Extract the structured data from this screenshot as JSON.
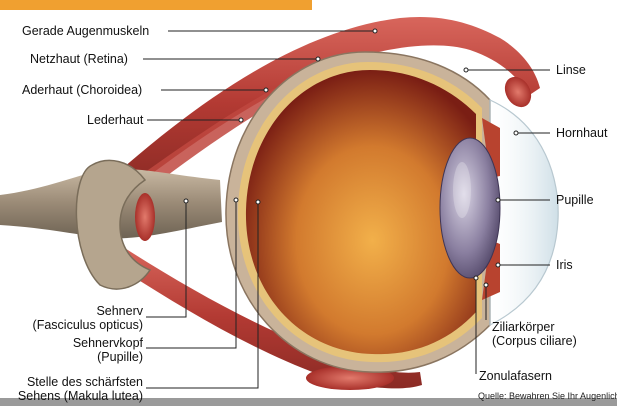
{
  "labels": {
    "gerade_augenmuskeln": "Gerade Augenmuskeln",
    "netzhaut": "Netzhaut (Retina)",
    "aderhaut": "Aderhaut (Choroidea)",
    "lederhaut": "Lederhaut",
    "sehnerv_1": "Sehnerv",
    "sehnerv_2": "(Fasciculus opticus)",
    "sehnervkopf_1": "Sehnervkopf",
    "sehnervkopf_2": "(Pupille)",
    "makula_1": "Stelle des schärfsten",
    "makula_2": "Sehens (Makula lutea)",
    "linse": "Linse",
    "hornhaut": "Hornhaut",
    "pupille": "Pupille",
    "iris": "Iris",
    "ziliar_1": "Ziliarkörper",
    "ziliar_2": "(Corpus ciliare)",
    "zonula": "Zonulafasern"
  },
  "source": "Quelle: Bewahren Sie Ihr Augenlicht",
  "colors": {
    "banner": "#f0a030",
    "muscle": "#b83a36",
    "sclera": "#c9b39a",
    "interior": "#d98a3a",
    "lens": "#8a7fa0",
    "cornea": "#e6eef2"
  }
}
